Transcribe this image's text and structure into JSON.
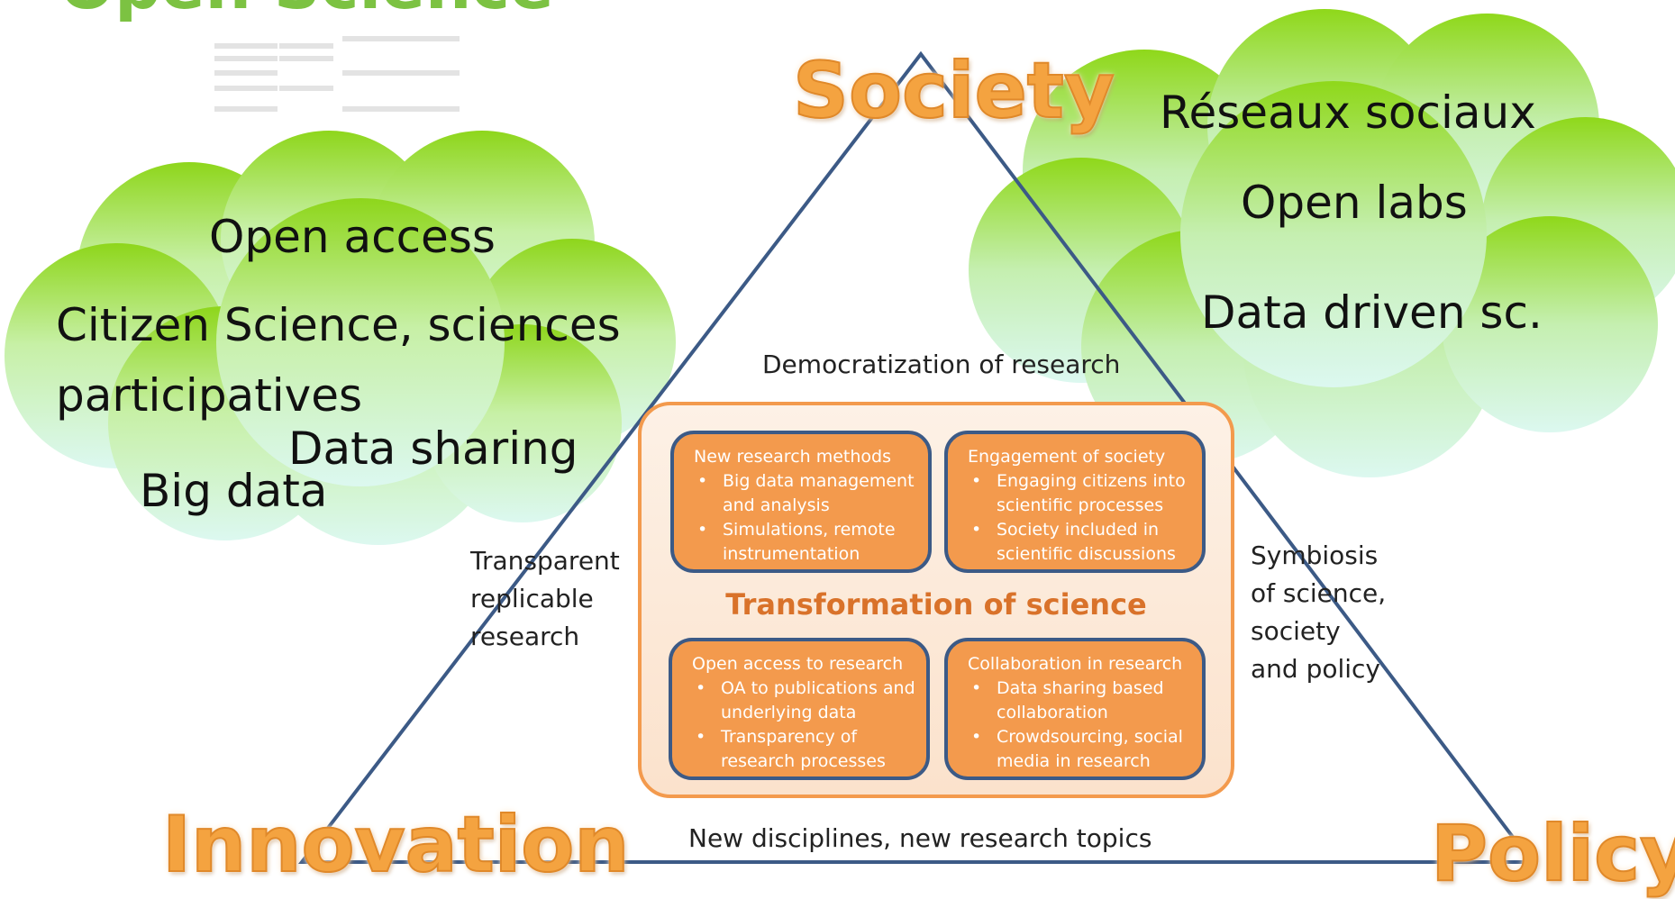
{
  "title_partial": "Open Science",
  "vertices": {
    "top": "Society",
    "left": "Innovation",
    "right": "Policy"
  },
  "edges": {
    "top_center": "Democratization of research",
    "left": [
      "Transparent",
      "replicable",
      "research"
    ],
    "right": [
      "Symbiosis",
      "of science,",
      "society",
      "and policy"
    ],
    "bottom": "New disciplines, new research topics"
  },
  "left_cloud": {
    "line1": "Open access",
    "line2": "Citizen Science, sciences",
    "line3": "participatives",
    "line4": "Data sharing",
    "line5": "Big data"
  },
  "right_cloud": {
    "line1": "Réseaux sociaux",
    "line2": "Open labs",
    "line3": "Data driven sc."
  },
  "center": {
    "title": "Transformation of science",
    "boxes": [
      {
        "title": "New research methods",
        "items": [
          "Big data management and analysis",
          "Simulations, remote instrumentation"
        ]
      },
      {
        "title": "Engagement of society",
        "items": [
          "Engaging citizens into scientific processes",
          "Society included in scientific discussions"
        ]
      },
      {
        "title": "Open access to research",
        "items": [
          "OA to publications and underlying data",
          "Transparency of research processes"
        ]
      },
      {
        "title": "Collaboration in research",
        "items": [
          "Data sharing based collaboration",
          "Crowdsourcing, social media in research"
        ]
      }
    ]
  },
  "colors": {
    "cloud_top": "#8fd81a",
    "cloud_bottom": "#d8f7ee",
    "triangle": "#3c5a86",
    "orange": "#f39a4d",
    "title_green": "#7cc242"
  }
}
